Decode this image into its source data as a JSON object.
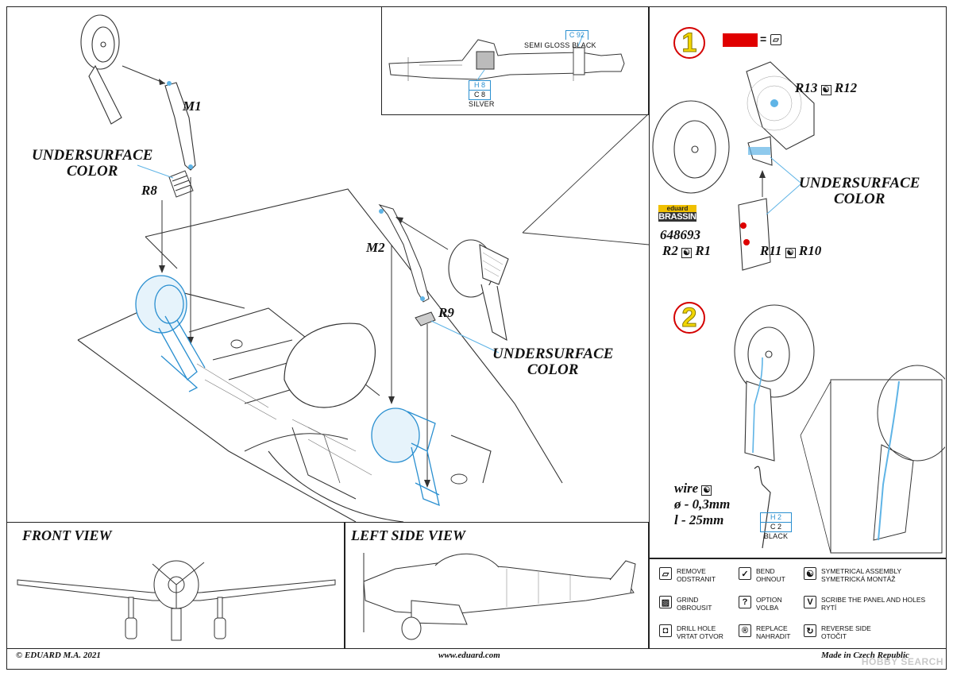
{
  "main": {
    "undersurface_1": "UNDERSURFACE\nCOLOR",
    "undersurface_2": "UNDERSURFACE\nCOLOR",
    "undersurface_3": "UNDERSURFACE\nCOLOR",
    "parts": {
      "m1": "M1",
      "m2": "M2",
      "r8": "R8",
      "r9": "R9"
    }
  },
  "inset_top": {
    "paint1_code": "C 92",
    "paint1_name": "SEMI GLOSS BLACK",
    "paint2_code_a": "H 8",
    "paint2_code_b": "C 8",
    "paint2_name": "SILVER"
  },
  "right_panel": {
    "step1": "1",
    "step2": "2",
    "equals": "=",
    "r13": "R13",
    "r12": "R12",
    "r11": "R11",
    "r10": "R10",
    "r2": "R2",
    "r1": "R1",
    "brassin_top": "eduard",
    "brassin_bot": "BRASSIN",
    "product_code": "648693",
    "wire_label": "wire",
    "wire_diameter": "ø - 0,3mm",
    "wire_length": "l - 25mm",
    "wire_paint_a": "H 2",
    "wire_paint_b": "C 2",
    "wire_paint_name": "BLACK"
  },
  "views": {
    "front": "FRONT VIEW",
    "left_side": "LEFT SIDE VIEW"
  },
  "legend": [
    {
      "icon": "remove-icon",
      "glyph": "▱",
      "text": "REMOVE\nODSTRANIT"
    },
    {
      "icon": "bend-icon",
      "glyph": "✓",
      "text": "BEND\nOHNOUT"
    },
    {
      "icon": "symmetrical-icon",
      "glyph": "☯",
      "text": "SYMETRICAL ASSEMBLY\nSYMETRICKÁ MONTÁŽ"
    },
    {
      "icon": "grind-icon",
      "glyph": "▨",
      "text": "GRIND\nOBROUSIT"
    },
    {
      "icon": "option-icon",
      "glyph": "?",
      "text": "OPTION\nVOLBA"
    },
    {
      "icon": "scribe-icon",
      "glyph": "V",
      "text": "SCRIBE THE PANEL AND HOLES\nRYTÍ"
    },
    {
      "icon": "drill-icon",
      "glyph": "◘",
      "text": "DRILL HOLE\nVRTAT OTVOR"
    },
    {
      "icon": "replace-icon",
      "glyph": "®",
      "text": "REPLACE\nNAHRADIT"
    },
    {
      "icon": "reverse-icon",
      "glyph": "↻",
      "text": "REVERSE SIDE\nOTOČIT"
    }
  ],
  "footer": {
    "copyright": "© EDUARD  M.A. 2021",
    "website": "www.eduard.com",
    "made_in": "Made in Czech Republic",
    "watermark": "HOBBY SEARCH"
  },
  "colors": {
    "accent_blue": "#5fb4e6",
    "step_red": "#d40000",
    "step_yellow": "#f2d600",
    "paint_swatch": "#e00000"
  }
}
